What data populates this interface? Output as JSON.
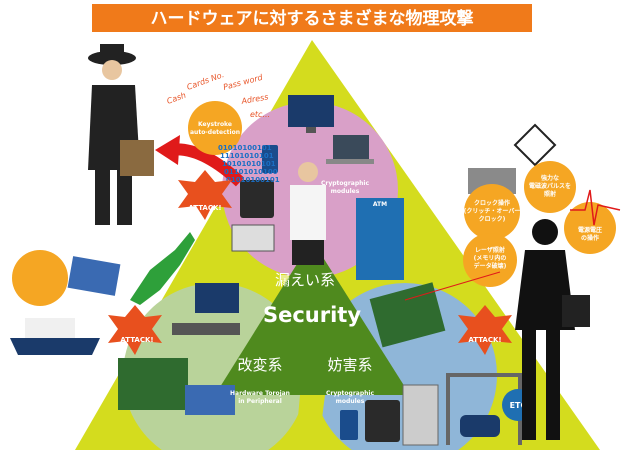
{
  "title": "ハードウェアに対するさまざまな物理攻撃",
  "center_label": "Security",
  "categories": {
    "leak": "漏えい系",
    "tamper": "改変系",
    "disrupt": "妨害系"
  },
  "sub_labels": {
    "crypto_top": [
      "Cryptographic",
      "modules"
    ],
    "trojan": [
      "Hardware Torojan",
      "in Peripheral"
    ],
    "crypto_bottom": [
      "Cryptographic",
      "modules"
    ],
    "atm": "ATM",
    "etc": "ETC"
  },
  "keystroke": {
    "label": [
      "Keystroke",
      "auto-detection"
    ],
    "targets": [
      "Cards No.",
      "Pass word",
      "Cash",
      "Adress",
      "etc..."
    ],
    "binary": [
      "01010100101",
      "11101010101",
      "10101010101",
      "01101010100",
      "01010100101"
    ]
  },
  "attack_label": "ATTACK!",
  "attacks": [
    {
      "lines": [
        "クロック操作",
        "(クリッチ・オーバー",
        "クロック)"
      ]
    },
    {
      "lines": [
        "強力な",
        "電磁波パルスを",
        "照射"
      ]
    },
    {
      "lines": [
        "電源電圧",
        "の操作"
      ]
    },
    {
      "lines": [
        "レーザ照射",
        "(メモリ内の",
        "データ破壊)"
      ]
    }
  ],
  "colors": {
    "title_bg": "#f07a1a",
    "triangle": "#d4dc1e",
    "inner": "#4f8a1e",
    "pink": "#d9a0c8",
    "green": "#b9d39a",
    "blue": "#8fb6d8",
    "orange": "#f5a623",
    "attack": "#e8501e"
  }
}
